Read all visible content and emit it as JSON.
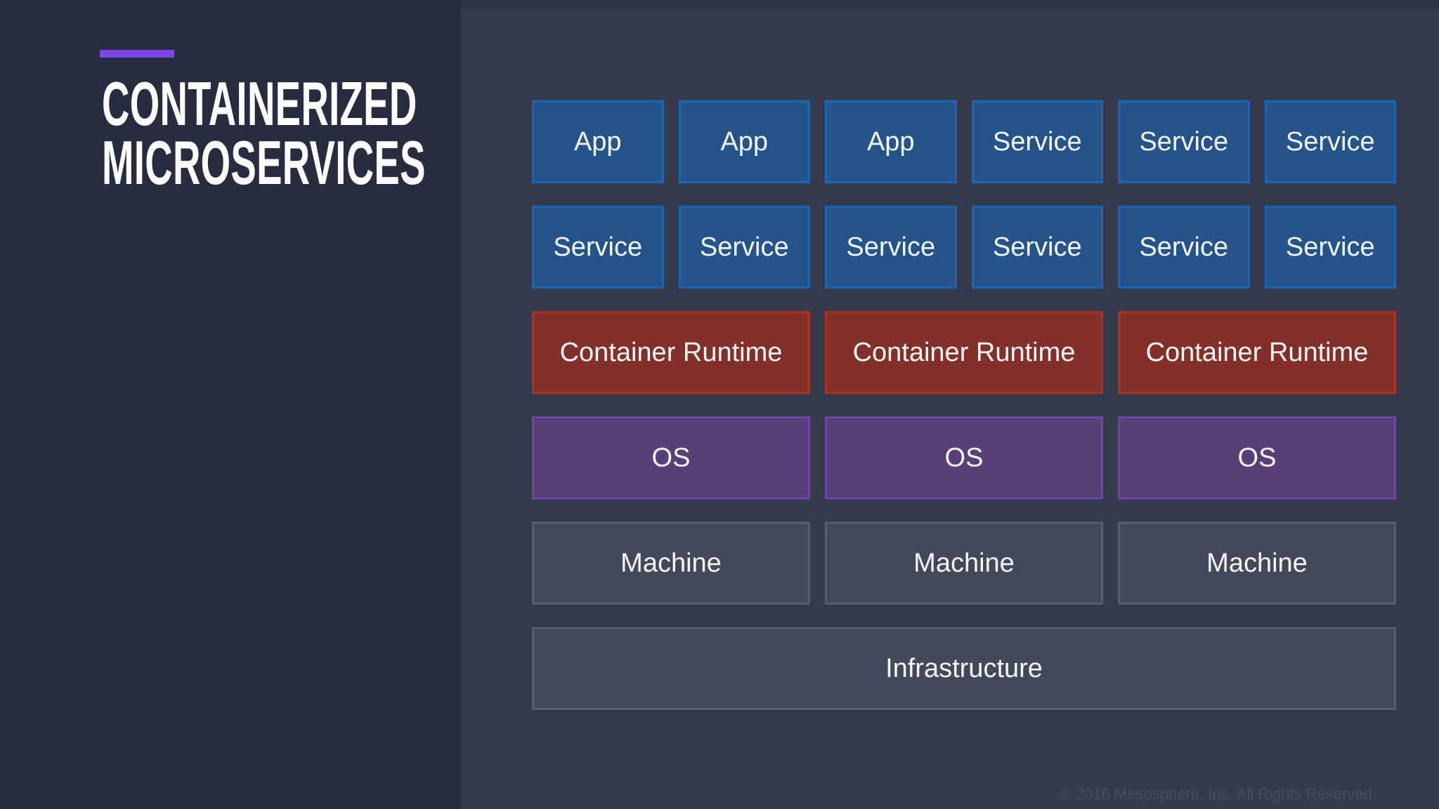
{
  "slide": {
    "title_line1": "CONTAINERIZED",
    "title_line2": "MICROSERVICES",
    "footer": "© 2016 Mesosphere, Inc. All Rights Reserved."
  },
  "colors": {
    "accent": "#7c47e3",
    "sidebar_bg": "#272c3e",
    "panel_bg": "#353b4d",
    "blue_fill": "#24548a",
    "blue_border": "#1d65b5",
    "red_fill": "#823029",
    "red_border": "#ac3322",
    "purple_fill": "#564075",
    "purple_border": "#7044a8",
    "slate_fill": "#424a5a",
    "slate_border": "#565e70",
    "text": "#f4f6f8"
  },
  "diagram": {
    "rows": [
      {
        "type": "blue",
        "cells": [
          "App",
          "App",
          "App",
          "Service",
          "Service",
          "Service"
        ]
      },
      {
        "type": "blue",
        "cells": [
          "Service",
          "Service",
          "Service",
          "Service",
          "Service",
          "Service"
        ]
      },
      {
        "type": "red",
        "cells": [
          "Container Runtime",
          "Container Runtime",
          "Container Runtime"
        ]
      },
      {
        "type": "purple",
        "cells": [
          "OS",
          "OS",
          "OS"
        ]
      },
      {
        "type": "slate",
        "cells": [
          "Machine",
          "Machine",
          "Machine"
        ]
      },
      {
        "type": "slate",
        "cells": [
          "Infrastructure"
        ]
      }
    ]
  }
}
